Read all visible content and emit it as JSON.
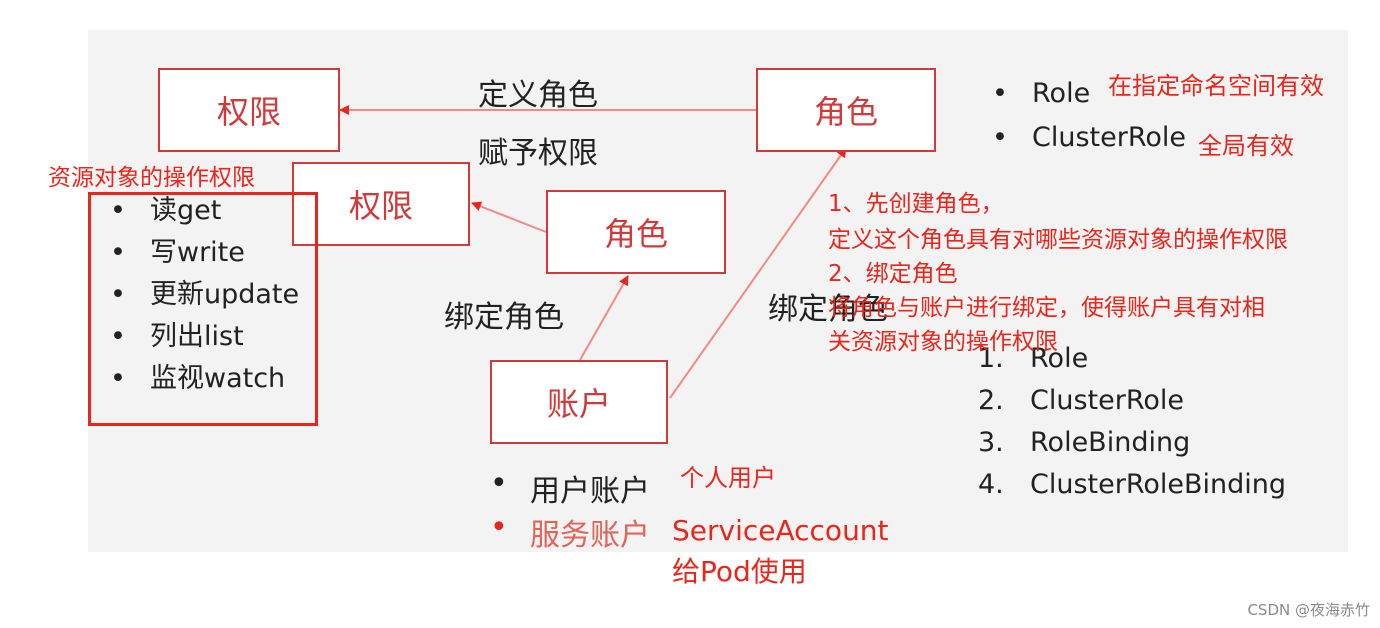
{
  "boxes": {
    "perm_top": "权限",
    "role_top": "角色",
    "perm_mid": "权限",
    "role_mid": "角色",
    "account": "账户"
  },
  "labels": {
    "define_role": "定义角色",
    "grant_permission": "赋予权限",
    "bind_role_left": "绑定角色",
    "bind_role_right": "绑定角色"
  },
  "role_types": [
    {
      "name": "Role",
      "note": "在指定命名空间有效"
    },
    {
      "name": "ClusterRole",
      "note": "全局有效"
    }
  ],
  "permissions": {
    "heading": "资源对象的操作权限",
    "items": [
      "读get",
      "写write",
      "更新update",
      "列出list",
      "监视watch"
    ]
  },
  "steps": {
    "line1": "1、先创建角色，",
    "line2": "定义这个角色具有对哪些资源对象的操作权限",
    "line3": "2、绑定角色",
    "line4": "将角色与账户进行绑定，使得账户具有对相",
    "line5": "关资源对象的操作权限"
  },
  "resources": [
    {
      "num": "1.",
      "name": "Role"
    },
    {
      "num": "2.",
      "name": "ClusterRole"
    },
    {
      "num": "3.",
      "name": "RoleBinding"
    },
    {
      "num": "4.",
      "name": "ClusterRoleBinding"
    }
  ],
  "accounts": {
    "user_account": "用户账户",
    "user_note": "个人用户",
    "service_account": "服务账户",
    "service_note_1": "ServiceAccount",
    "service_note_2": "给Pod使用"
  },
  "watermark": "CSDN @夜海赤竹",
  "colors": {
    "accent_red": "#e8261c",
    "box_border": "#d03a3a",
    "slide_bg": "#f3f3f3"
  }
}
